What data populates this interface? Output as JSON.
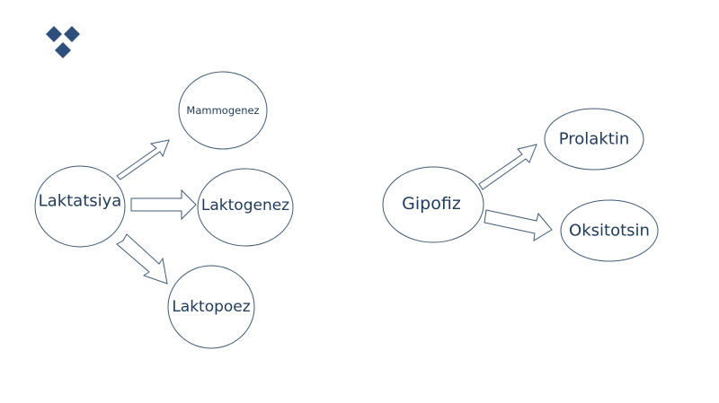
{
  "colors": {
    "background": "#ffffff",
    "stroke": "#3e5a78",
    "text": "#1f3a5a",
    "logo": "#2e4f7d"
  },
  "logo": {
    "icon": "diamond-cluster-logo-icon"
  },
  "left_diagram": {
    "center": "Laktatsiya",
    "children": [
      "Mammogenez",
      "Laktogenez",
      "Laktopoez"
    ]
  },
  "right_diagram": {
    "center": "Gipofiz",
    "children": [
      "Prolaktin",
      "Oksitotsin"
    ]
  }
}
